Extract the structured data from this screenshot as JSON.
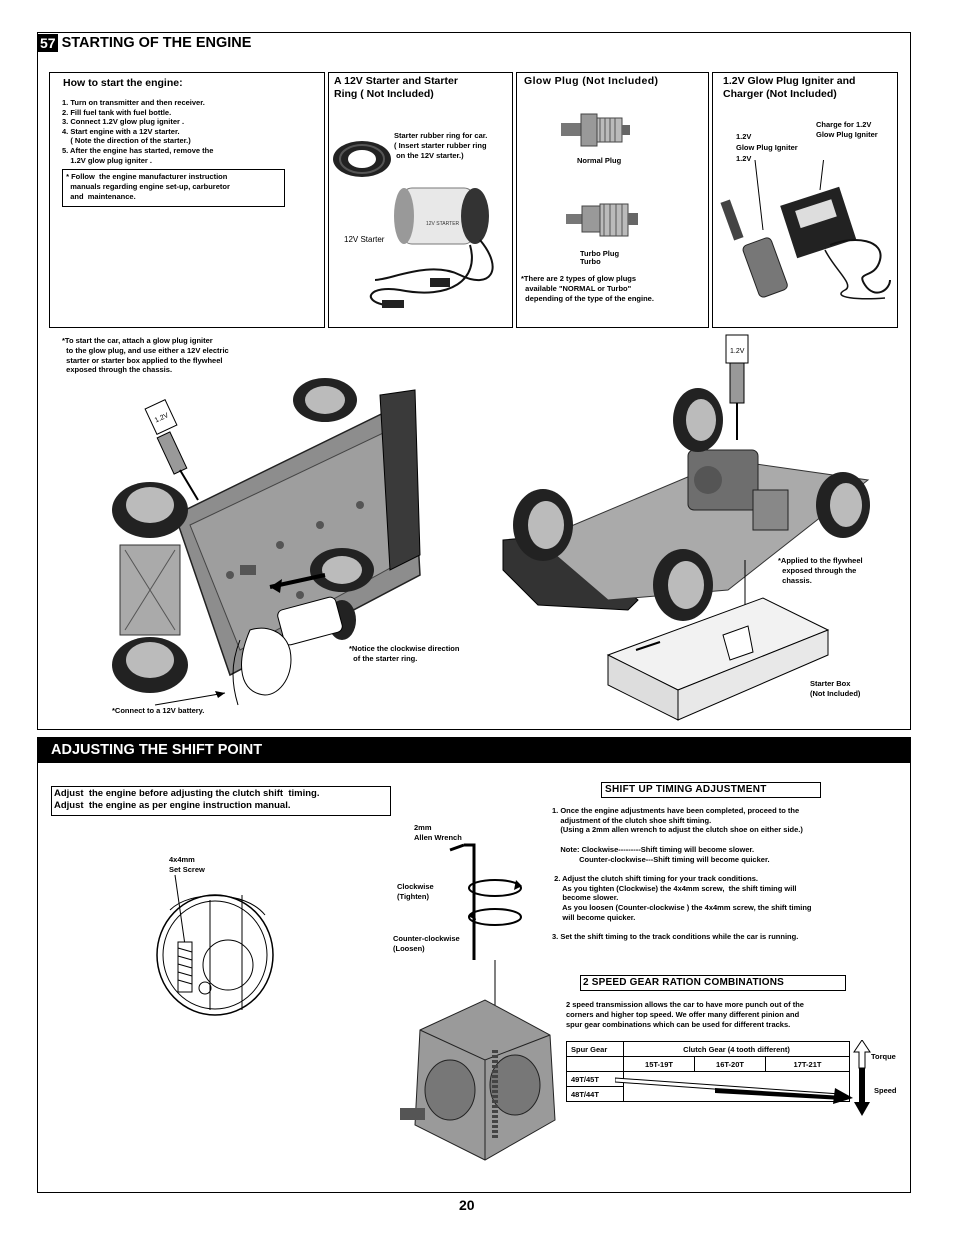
{
  "section1": {
    "number": "57",
    "title": "STARTING OF THE ENGINE",
    "howto": {
      "heading": "How to start the engine:",
      "steps": "1. Turn on transmitter and then receiver.\n2. Fill fuel tank with fuel bottle.\n3. Connect 1.2V glow plug igniter .\n4. Start engine with a 12V starter.\n    ( Note the direction of the starter.)\n5. After the engine has started, remove the\n    1.2V glow plug igniter .",
      "note": " * Follow  the engine manufacturer instruction\n   manuals regarding engine set-up, carburetor\n   and  maintenance."
    },
    "starter": {
      "heading": "A 12V Starter and Starter\nRing ( Not Included)",
      "ring_label": "Starter rubber ring for car.\n( Insert starter rubber ring\n on the 12V starter.)",
      "starter_label": "12V Starter",
      "brand": "12V STARTER"
    },
    "glowplug": {
      "heading": "Glow Plug (Not Included)",
      "normal_label": "Normal Plug",
      "turbo_label": "Turbo Plug\nTurbo",
      "note": "*There are 2 types of glow plugs\n  available \"NORMAL or Turbo\"\n  depending of the type of the engine."
    },
    "igniter": {
      "heading": "1.2V Glow Plug Igniter and\nCharger (Not Included)",
      "charger_label": "Charge for 1.2V\nGlow Plug Igniter",
      "igniter_label": "1.2V\nGlow Plug Igniter\n1.2V"
    },
    "diagram": {
      "start_note": "*To start the car, attach a glow plug igniter\n  to the glow plug, and use either a 12V electric\n  starter or starter box applied to the flywheel\n  exposed through the chassis.",
      "igniter_tag": "1.2V",
      "igniter_tag2": "1.2V",
      "clockwise_note": "*Notice the clockwise direction\n  of the starter ring.",
      "battery_note": "*Connect to a 12V battery.",
      "flywheel_note": "*Applied to the flywheel\n  exposed through the\n  chassis.",
      "starterbox_label": "Starter Box\n(Not Included)"
    }
  },
  "section2": {
    "title": "ADJUSTING THE SHIFT POINT",
    "intro": "Adjust  the engine before adjusting the clutch shift  timing.\nAdjust  the engine as per engine instruction manual.",
    "setscrew_label": "4x4mm\nSet Screw",
    "wrench_label": "2mm\nAllen Wrench",
    "clockwise_label": "Clockwise\n(Tighten)",
    "ccw_label": "Counter-clockwise\n(Loosen)",
    "shiftup": {
      "heading": "SHIFT UP TIMING ADJUSTMENT",
      "body": "1. Once the engine adjustments have been completed, proceed to the\n    adjustment of the clutch shoe shift timing.\n    (Using a 2mm allen wrench to adjust the clutch shoe on either side.)\n\n    Note: Clockwise---------Shift timing will become slower.\n             Counter-clockwise---Shift timing will become quicker.\n\n 2. Adjust the clutch shift timing for your track conditions.\n     As you tighten (Clockwise) the 4x4mm screw,  the shift timing will\n     become slower.\n     As you loosen (Counter-clockwise ) the 4x4mm screw, the shift timing\n     will become quicker.\n\n3. Set the shift timing to the track conditions while the car is running."
    },
    "gear": {
      "heading": "2 SPEED GEAR RATION COMBINATIONS",
      "body": "2 speed transmission allows the car to have more punch out of the\ncorners and higher top speed. We offer many different pinion and\nspur gear combinations which can be used for different tracks.",
      "col_spur": "Spur Gear",
      "col_clutch": "Clutch Gear (4 tooth different)",
      "combos": [
        "15T-19T",
        "16T-20T",
        "17T-21T"
      ],
      "spur_rows": [
        "49T/45T",
        "48T/44T"
      ],
      "torque": "Torque",
      "speed": "Speed"
    }
  },
  "page_number": "20"
}
